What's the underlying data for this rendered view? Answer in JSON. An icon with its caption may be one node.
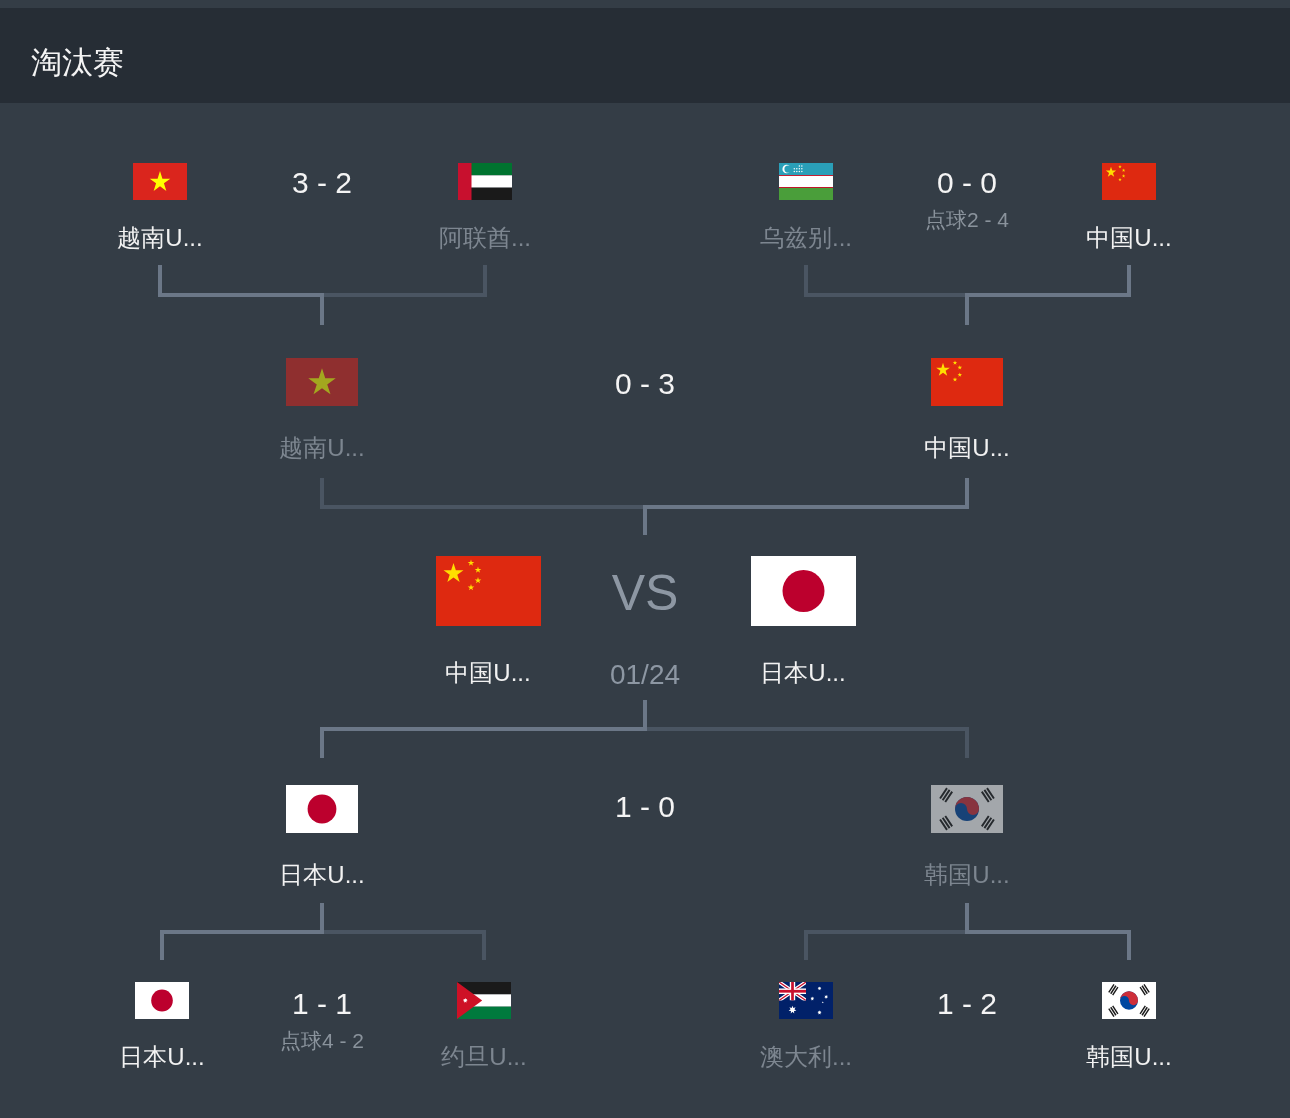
{
  "diagram": {
    "title": "淘汰赛",
    "nodes": [
      {
        "text": [
          "越南U..."
        ]
      },
      {
        "text": [
          "阿联酋..."
        ]
      },
      {
        "text": [
          "乌兹别..."
        ]
      },
      {
        "text": [
          "中国U..."
        ]
      },
      {
        "text": [
          "越南U..."
        ]
      },
      {
        "text": [
          "中国U..."
        ]
      },
      {
        "text": [
          "中国U..."
        ]
      },
      {
        "text": [
          "VS",
          "01/24"
        ]
      },
      {
        "text": [
          "日本U..."
        ]
      },
      {
        "text": [
          "日本U..."
        ]
      },
      {
        "text": [
          "韩国U..."
        ]
      },
      {
        "text": [
          "日本U..."
        ]
      },
      {
        "text": [
          "约旦U..."
        ]
      },
      {
        "text": [
          "澳大利..."
        ]
      },
      {
        "text": [
          "韩国U..."
        ]
      }
    ],
    "edges": [
      {
        "from": 0,
        "to": 4,
        "arrow": "none",
        "color": "#6b7787"
      },
      {
        "from": 1,
        "to": 4,
        "arrow": "none",
        "color": "#4a5562"
      },
      {
        "from": 2,
        "to": 5,
        "arrow": "none",
        "color": "#4a5562"
      },
      {
        "from": 3,
        "to": 5,
        "arrow": "none",
        "color": "#6b7787"
      },
      {
        "from": 4,
        "to": 7,
        "arrow": "none",
        "color": "#4a5562"
      },
      {
        "from": 5,
        "to": 7,
        "arrow": "none",
        "color": "#6b7787"
      },
      {
        "from": 9,
        "to": 7,
        "arrow": "none",
        "color": "#6b7787"
      },
      {
        "from": 10,
        "to": 7,
        "arrow": "none",
        "color": "#4a5562"
      },
      {
        "from": 11,
        "to": 9,
        "arrow": "none",
        "color": "#6b7787"
      },
      {
        "from": 12,
        "to": 9,
        "arrow": "none",
        "color": "#4a5562"
      },
      {
        "from": 13,
        "to": 10,
        "arrow": "none",
        "color": "#4a5562"
      },
      {
        "from": 14,
        "to": 10,
        "arrow": "none",
        "color": "#6b7787"
      }
    ],
    "labels": [
      "3 - 2",
      "0 - 0",
      "点球2 - 4",
      "0 - 3",
      "1 - 0",
      "1 - 1",
      "点球4 - 2",
      "1 - 2"
    ]
  }
}
